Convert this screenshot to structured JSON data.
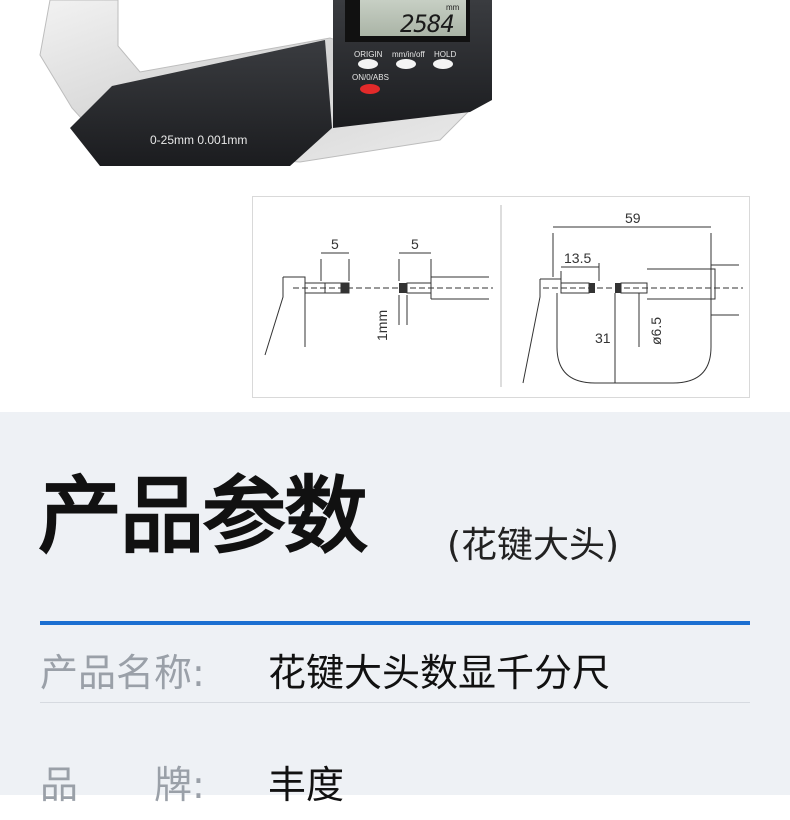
{
  "photo": {
    "lcd_unit": "mm",
    "lcd_reading": "2584",
    "button_origin": "ORIGIN",
    "button_mode": "mm/in/off",
    "button_hold": "HOLD",
    "button_power": "ON/0/ABS",
    "range_text": "0-25mm  0.001mm"
  },
  "diagram": {
    "dim_left_anvil": "5",
    "dim_right_anvil": "5",
    "dim_thickness": "1mm",
    "dim_overall": "59",
    "dim_offset": "13.5",
    "dim_depth": "31",
    "dim_diameter": "ø6.5"
  },
  "params": {
    "heading": "产品参数",
    "heading_note": "(花键大头)",
    "rows": [
      {
        "label": "产品名称:",
        "value": "花键大头数显千分尺"
      },
      {
        "label": "品　　牌:",
        "value": "丰度"
      }
    ]
  },
  "colors": {
    "accent": "#1b6fd1",
    "section_bg": "#eef1f5",
    "power_button": "#e22a2a"
  }
}
